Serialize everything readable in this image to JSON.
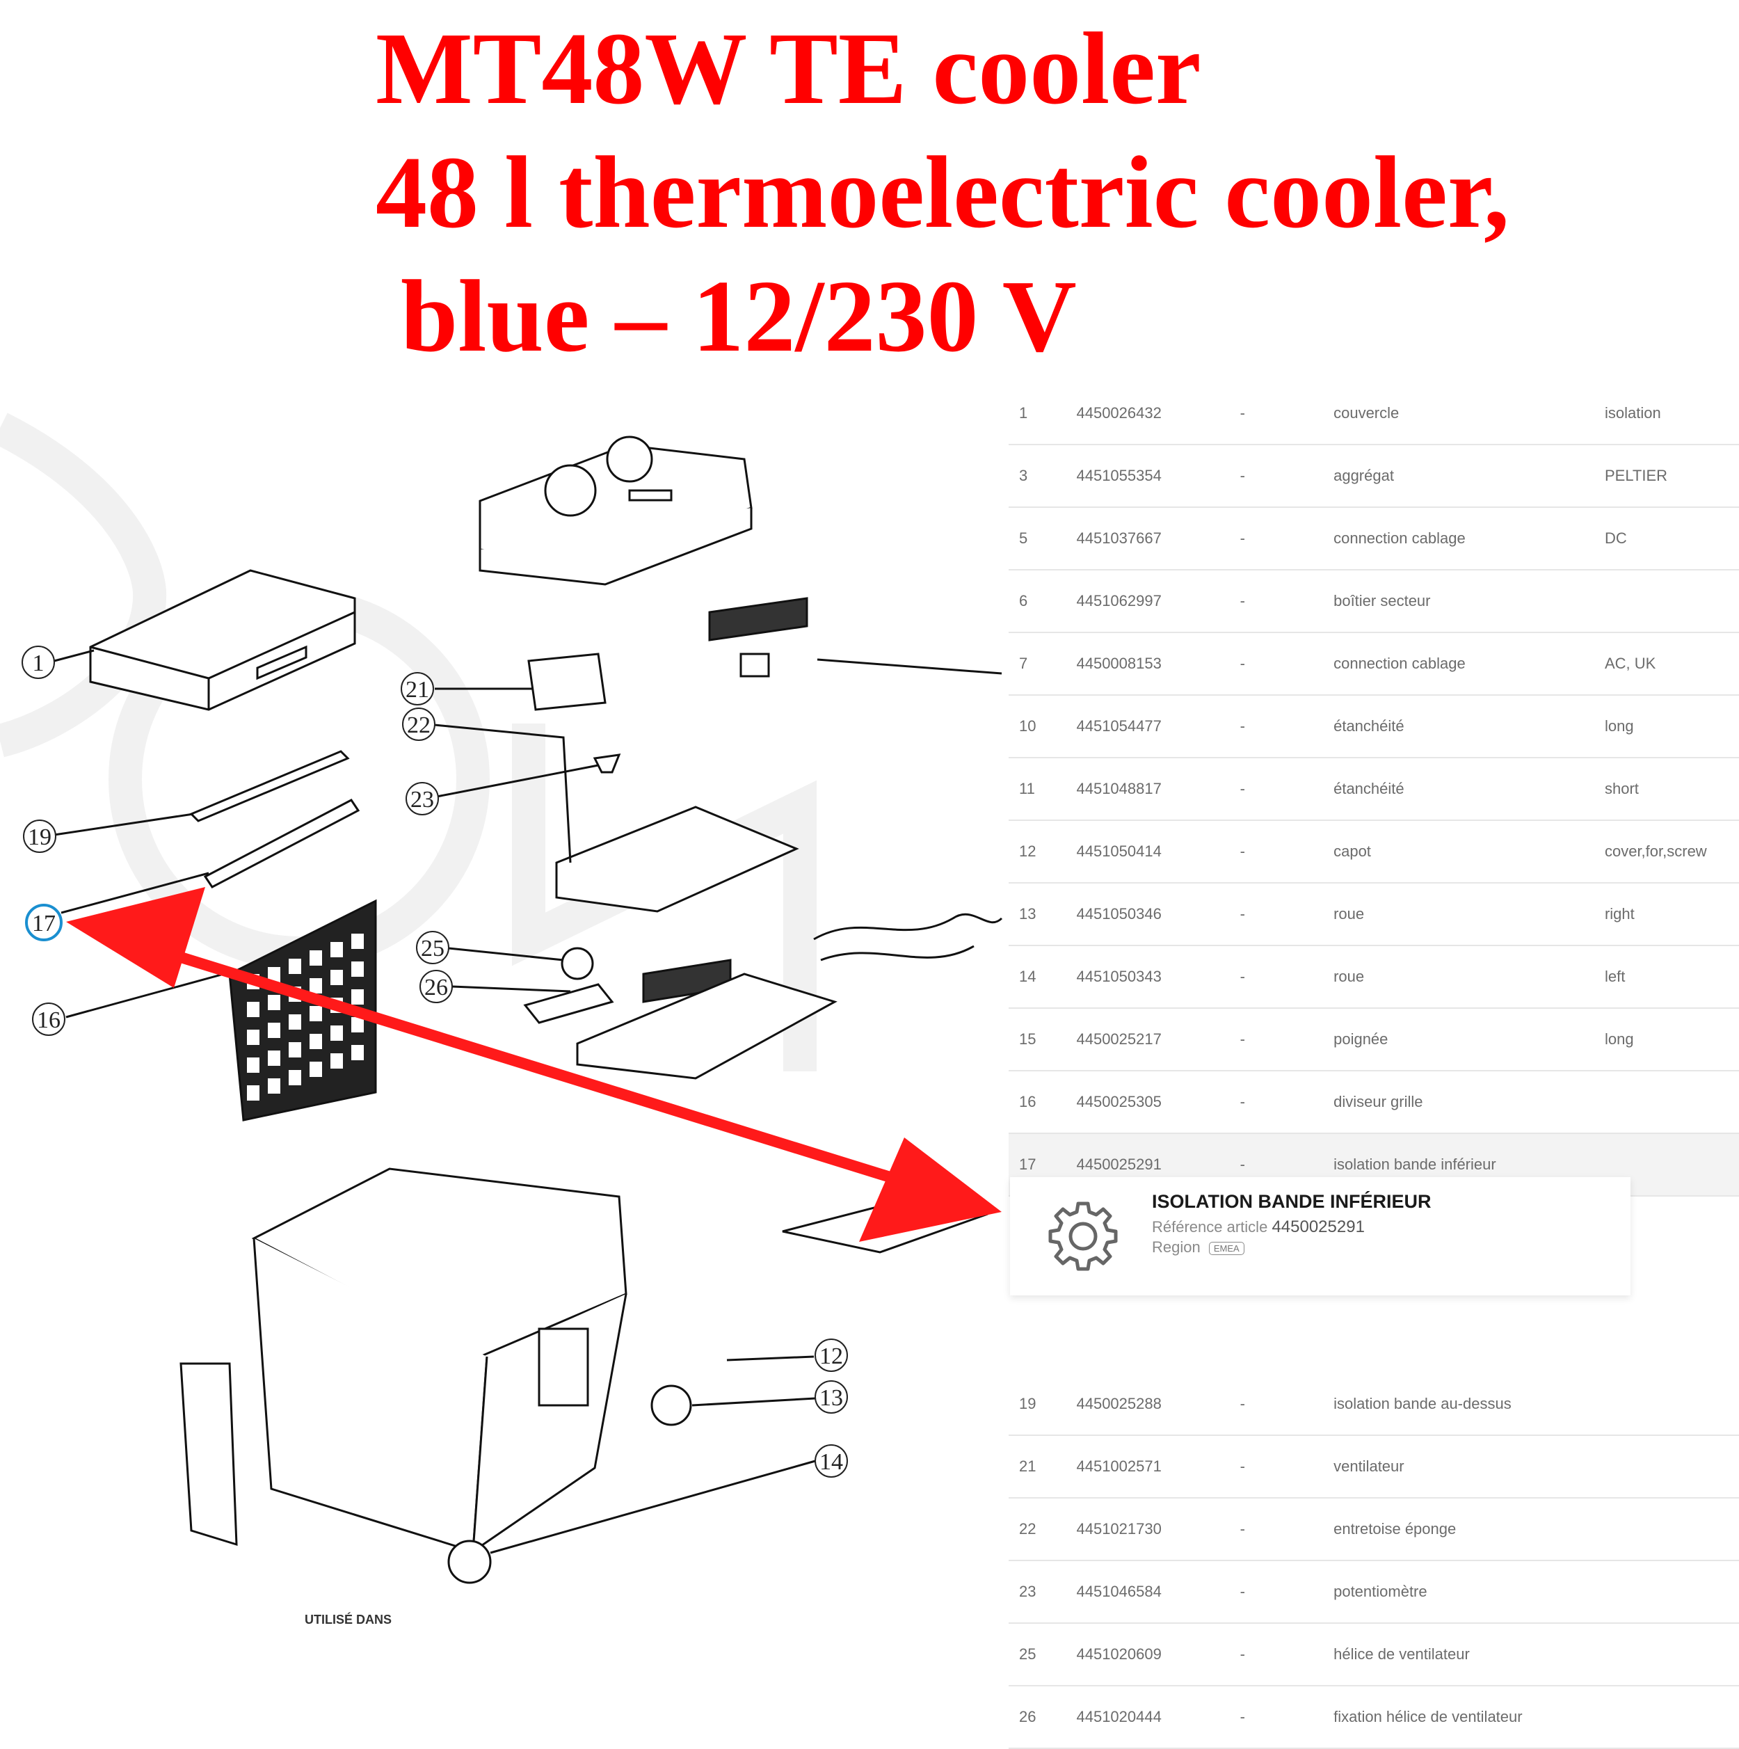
{
  "title": {
    "line1": "MT48W TE cooler",
    "line2": "48 l thermoelectric cooler,",
    "line3": "blue – 12/230 V"
  },
  "accent_color": "#ff0000",
  "callouts": [
    "1",
    "19",
    "17",
    "16",
    "21",
    "22",
    "23",
    "25",
    "26",
    "12",
    "13",
    "14"
  ],
  "selected_callout": "17",
  "parts": [
    {
      "pos": "1",
      "ref": "4450026432",
      "qty": "-",
      "desc": "couvercle",
      "remark": "isolation"
    },
    {
      "pos": "3",
      "ref": "4451055354",
      "qty": "-",
      "desc": "aggrégat",
      "remark": "PELTIER"
    },
    {
      "pos": "5",
      "ref": "4451037667",
      "qty": "-",
      "desc": "connection cablage",
      "remark": "DC"
    },
    {
      "pos": "6",
      "ref": "4451062997",
      "qty": "-",
      "desc": "boîtier secteur",
      "remark": ""
    },
    {
      "pos": "7",
      "ref": "4450008153",
      "qty": "-",
      "desc": "connection cablage",
      "remark": "AC, UK"
    },
    {
      "pos": "10",
      "ref": "4451054477",
      "qty": "-",
      "desc": "étanchéité",
      "remark": "long"
    },
    {
      "pos": "11",
      "ref": "4451048817",
      "qty": "-",
      "desc": "étanchéité",
      "remark": "short"
    },
    {
      "pos": "12",
      "ref": "4451050414",
      "qty": "-",
      "desc": "capot",
      "remark": "cover,for,screw"
    },
    {
      "pos": "13",
      "ref": "4451050346",
      "qty": "-",
      "desc": "roue",
      "remark": "right"
    },
    {
      "pos": "14",
      "ref": "4451050343",
      "qty": "-",
      "desc": "roue",
      "remark": "left"
    },
    {
      "pos": "15",
      "ref": "4450025217",
      "qty": "-",
      "desc": "poignée",
      "remark": "long"
    },
    {
      "pos": "16",
      "ref": "4450025305",
      "qty": "-",
      "desc": "diviseur grille",
      "remark": ""
    },
    {
      "pos": "17",
      "ref": "4450025291",
      "qty": "-",
      "desc": "isolation bande inférieur",
      "remark": ""
    }
  ],
  "parts_after": [
    {
      "pos": "19",
      "ref": "4450025288",
      "qty": "-",
      "desc": "isolation bande au-dessus",
      "remark": ""
    },
    {
      "pos": "21",
      "ref": "4451002571",
      "qty": "-",
      "desc": "ventilateur",
      "remark": ""
    },
    {
      "pos": "22",
      "ref": "4451021730",
      "qty": "-",
      "desc": "entretoise éponge",
      "remark": ""
    },
    {
      "pos": "23",
      "ref": "4451046584",
      "qty": "-",
      "desc": "potentiomètre",
      "remark": ""
    },
    {
      "pos": "25",
      "ref": "4451020609",
      "qty": "-",
      "desc": "hélice de ventilateur",
      "remark": ""
    },
    {
      "pos": "26",
      "ref": "4451020444",
      "qty": "-",
      "desc": "fixation hélice de ventilateur",
      "remark": ""
    }
  ],
  "detail": {
    "title": "ISOLATION BANDE INFÉRIEUR",
    "ref_label": "Référence article",
    "ref_value": "4450025291",
    "region_label": "Region",
    "region_badge": "EMEA",
    "icon": "gear-icon"
  },
  "footnote": "UTILISÉ DANS"
}
